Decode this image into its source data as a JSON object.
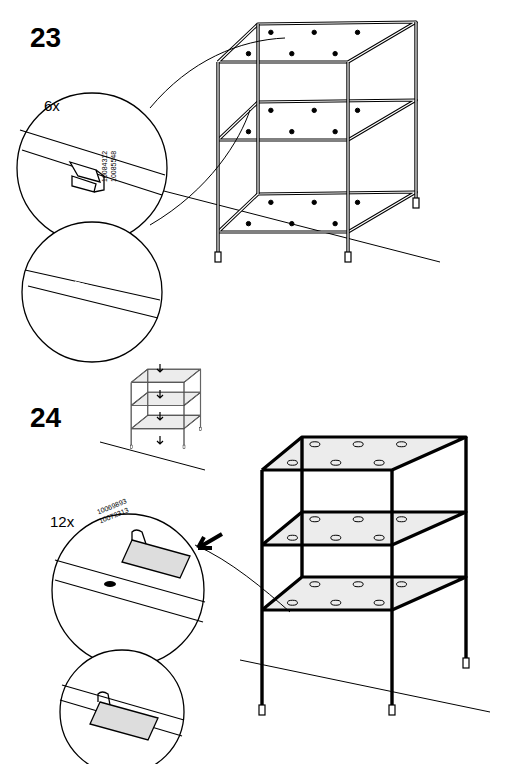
{
  "diagram": {
    "labels": [
      "23",
      "6x",
      "10084312",
      "10085548",
      "24",
      "12x",
      "10069893",
      "10072313"
    ]
  }
}
